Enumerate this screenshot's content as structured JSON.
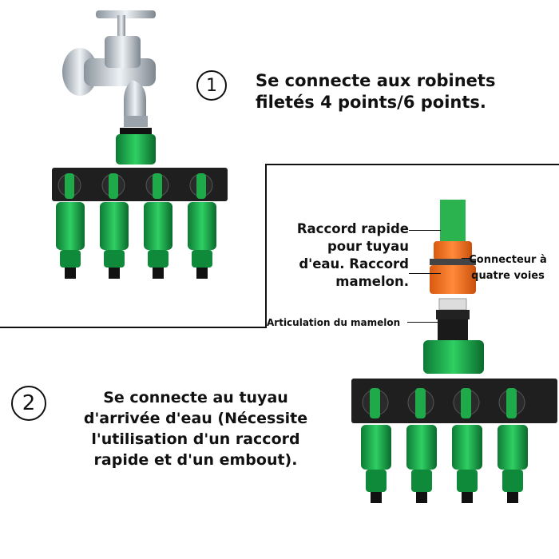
{
  "step1": {
    "number": "1",
    "lines": [
      "Se connecte aux robinets",
      "filetés 4 points/6 points."
    ]
  },
  "step2": {
    "number": "2",
    "lines": [
      "Se connecte au tuyau",
      "d'arrivée d'eau (Nécessite",
      "l'utilisation d'un raccord",
      "rapide et d'un embout)."
    ]
  },
  "labels": {
    "quick_connector": [
      "Raccord rapide",
      "pour tuyau",
      "d'eau. Raccord",
      "mamelon."
    ],
    "four_way_connector": [
      "Connecteur à",
      "quatre voies"
    ],
    "nipple_joint": "Articulation du mamelon"
  },
  "colors": {
    "green": "#1faa4a",
    "dark_green": "#0c7a32",
    "orange": "#f07020",
    "black_body": "#222222",
    "chrome": "#b8c0c8"
  }
}
